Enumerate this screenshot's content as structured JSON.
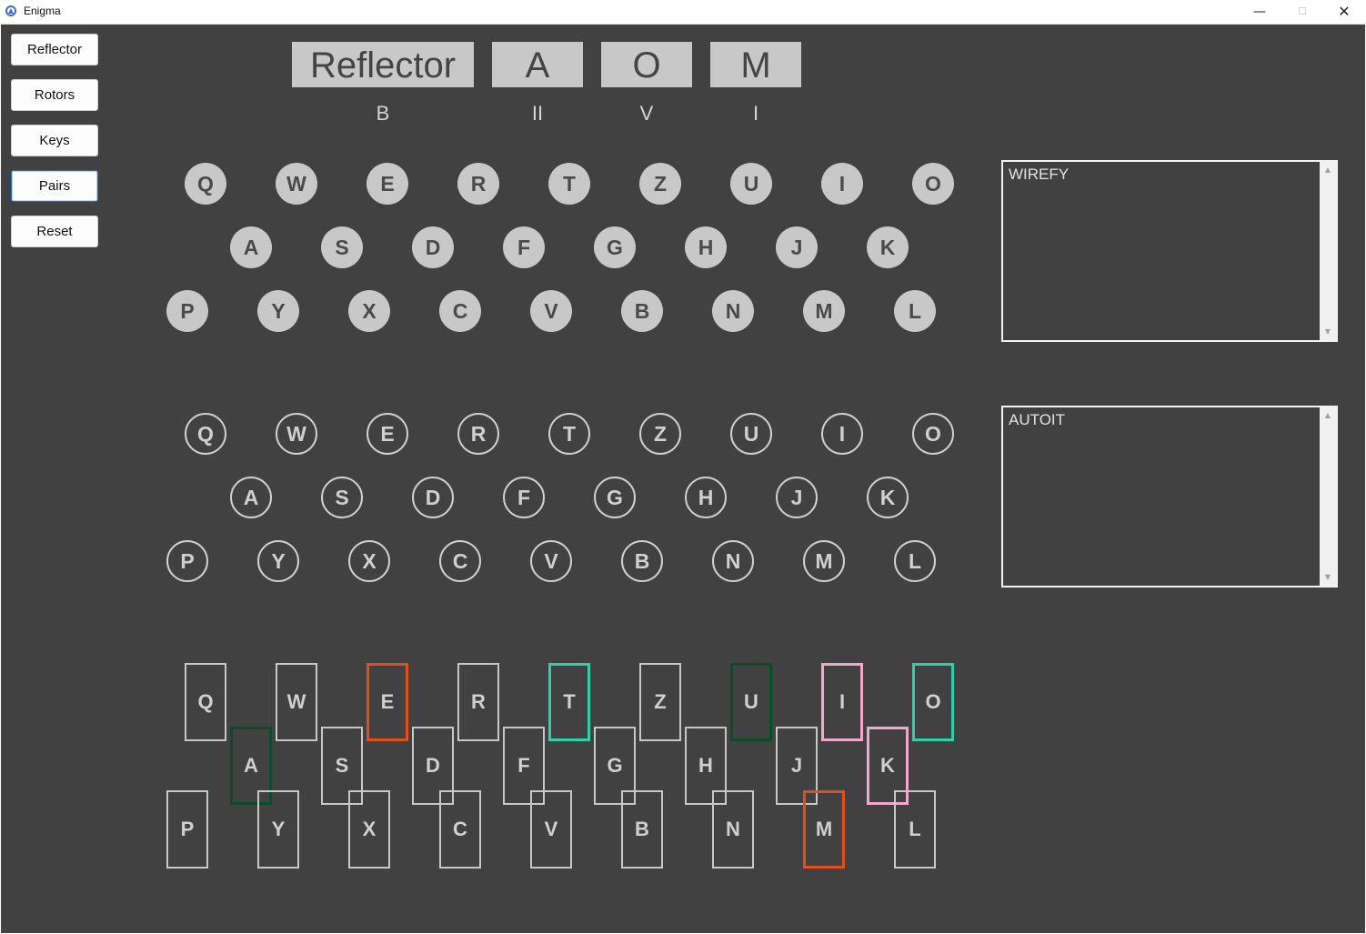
{
  "window": {
    "title": "Enigma",
    "minimize": "—",
    "maximize": "☐",
    "close": "✕"
  },
  "sidebar": [
    {
      "label": "Reflector",
      "name": "reflector-button"
    },
    {
      "label": "Rotors",
      "name": "rotors-button"
    },
    {
      "label": "Keys",
      "name": "keys-button"
    },
    {
      "label": "Pairs",
      "name": "pairs-button",
      "focused": true
    },
    {
      "label": "Reset",
      "name": "reset-button"
    }
  ],
  "rotors": [
    {
      "display": "Reflector",
      "label": "B"
    },
    {
      "display": "A",
      "label": "II"
    },
    {
      "display": "O",
      "label": "V"
    },
    {
      "display": "M",
      "label": "I"
    }
  ],
  "keyboard_rows": [
    [
      "Q",
      "W",
      "E",
      "R",
      "T",
      "Z",
      "U",
      "I",
      "O"
    ],
    [
      "A",
      "S",
      "D",
      "F",
      "G",
      "H",
      "J",
      "K"
    ],
    [
      "P",
      "Y",
      "X",
      "C",
      "V",
      "B",
      "N",
      "M",
      "L"
    ]
  ],
  "plugboard": {
    "pairs": [
      {
        "letters": [
          "E",
          "M"
        ],
        "color": "#e0501e"
      },
      {
        "letters": [
          "T",
          "O"
        ],
        "color": "#2ed1a6"
      },
      {
        "letters": [
          "A",
          "U"
        ],
        "color": "#0d4a27"
      },
      {
        "letters": [
          "I",
          "K"
        ],
        "color": "#f2a8c8"
      }
    ]
  },
  "input_text": "WIREFY",
  "output_text": "AUTOIT",
  "scroll_up": "▲",
  "scroll_down": "▼"
}
